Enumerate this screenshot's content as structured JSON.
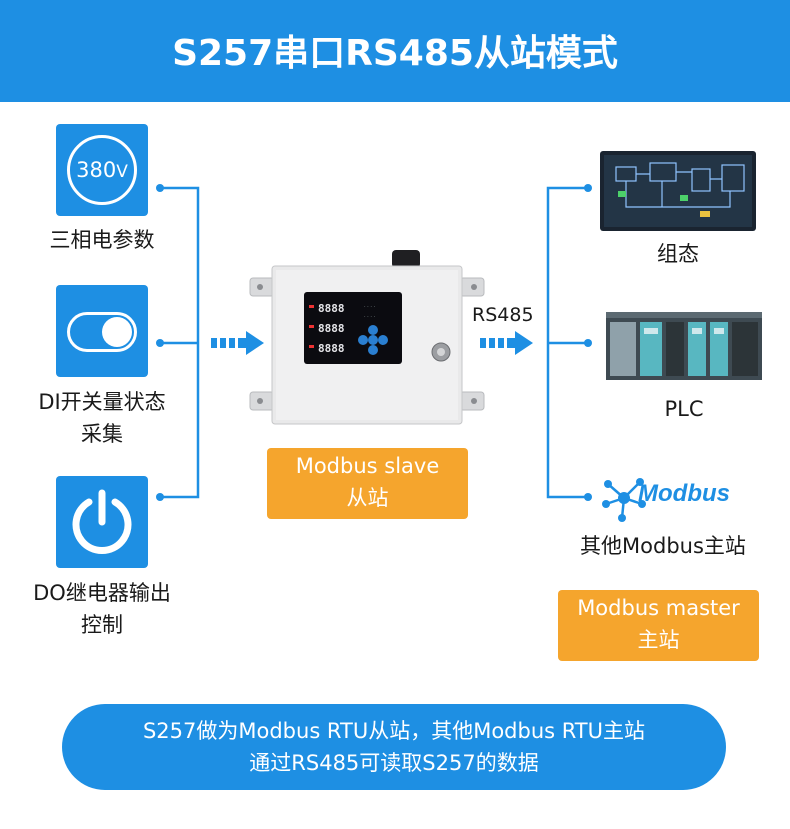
{
  "header": {
    "title": "S257串口RS485从站模式"
  },
  "inputs": [
    {
      "icon": "voltage-380v-icon",
      "icon_text": "380",
      "icon_unit": "V",
      "label_lines": [
        "三相电参数"
      ]
    },
    {
      "icon": "toggle-switch-icon",
      "label_lines": [
        "DI开关量状态",
        "采集"
      ]
    },
    {
      "icon": "power-button-icon",
      "label_lines": [
        "DO继电器输出",
        "控制"
      ]
    }
  ],
  "device": {
    "icon": "s257-meter-enclosure",
    "badge_lines": [
      "Modbus slave",
      "从站"
    ]
  },
  "link_label": "RS485",
  "outputs": [
    {
      "icon": "scada-screen-icon",
      "label": "组态"
    },
    {
      "icon": "plc-rack-icon",
      "label": "PLC"
    },
    {
      "icon": "modbus-logo",
      "logo_text": "Modbus",
      "label": "其他Modbus主站"
    }
  ],
  "master_badge_lines": [
    "Modbus master",
    "主站"
  ],
  "footer_lines": [
    "S257做为Modbus RTU从站，其他Modbus RTU主站",
    "通过RS485可读取S257的数据"
  ],
  "colors": {
    "primary_blue": "#1e8fe3",
    "orange": "#f5a52d",
    "wire_blue": "#1e8fe3"
  }
}
